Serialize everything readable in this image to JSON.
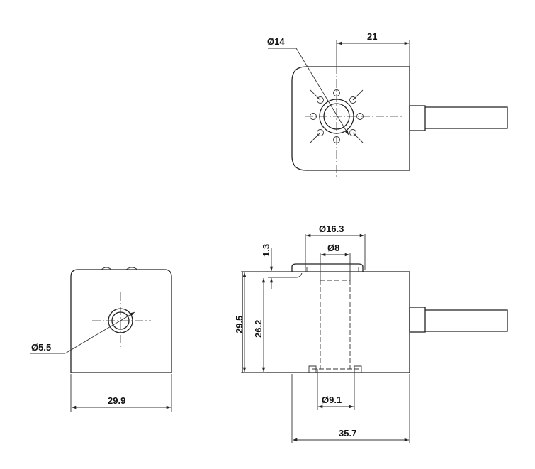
{
  "dimensions": {
    "top_hole_diameter": "Ø14",
    "top_width": "21",
    "bore_outer": "Ø16.3",
    "bore_inner": "Ø8",
    "flange_thickness": "1.3",
    "body_height": "29.5",
    "inner_height": "26.2",
    "bore_bottom": "Ø9.1",
    "body_length": "35.7",
    "side_hole": "Ø5.5",
    "side_width": "29.9"
  }
}
